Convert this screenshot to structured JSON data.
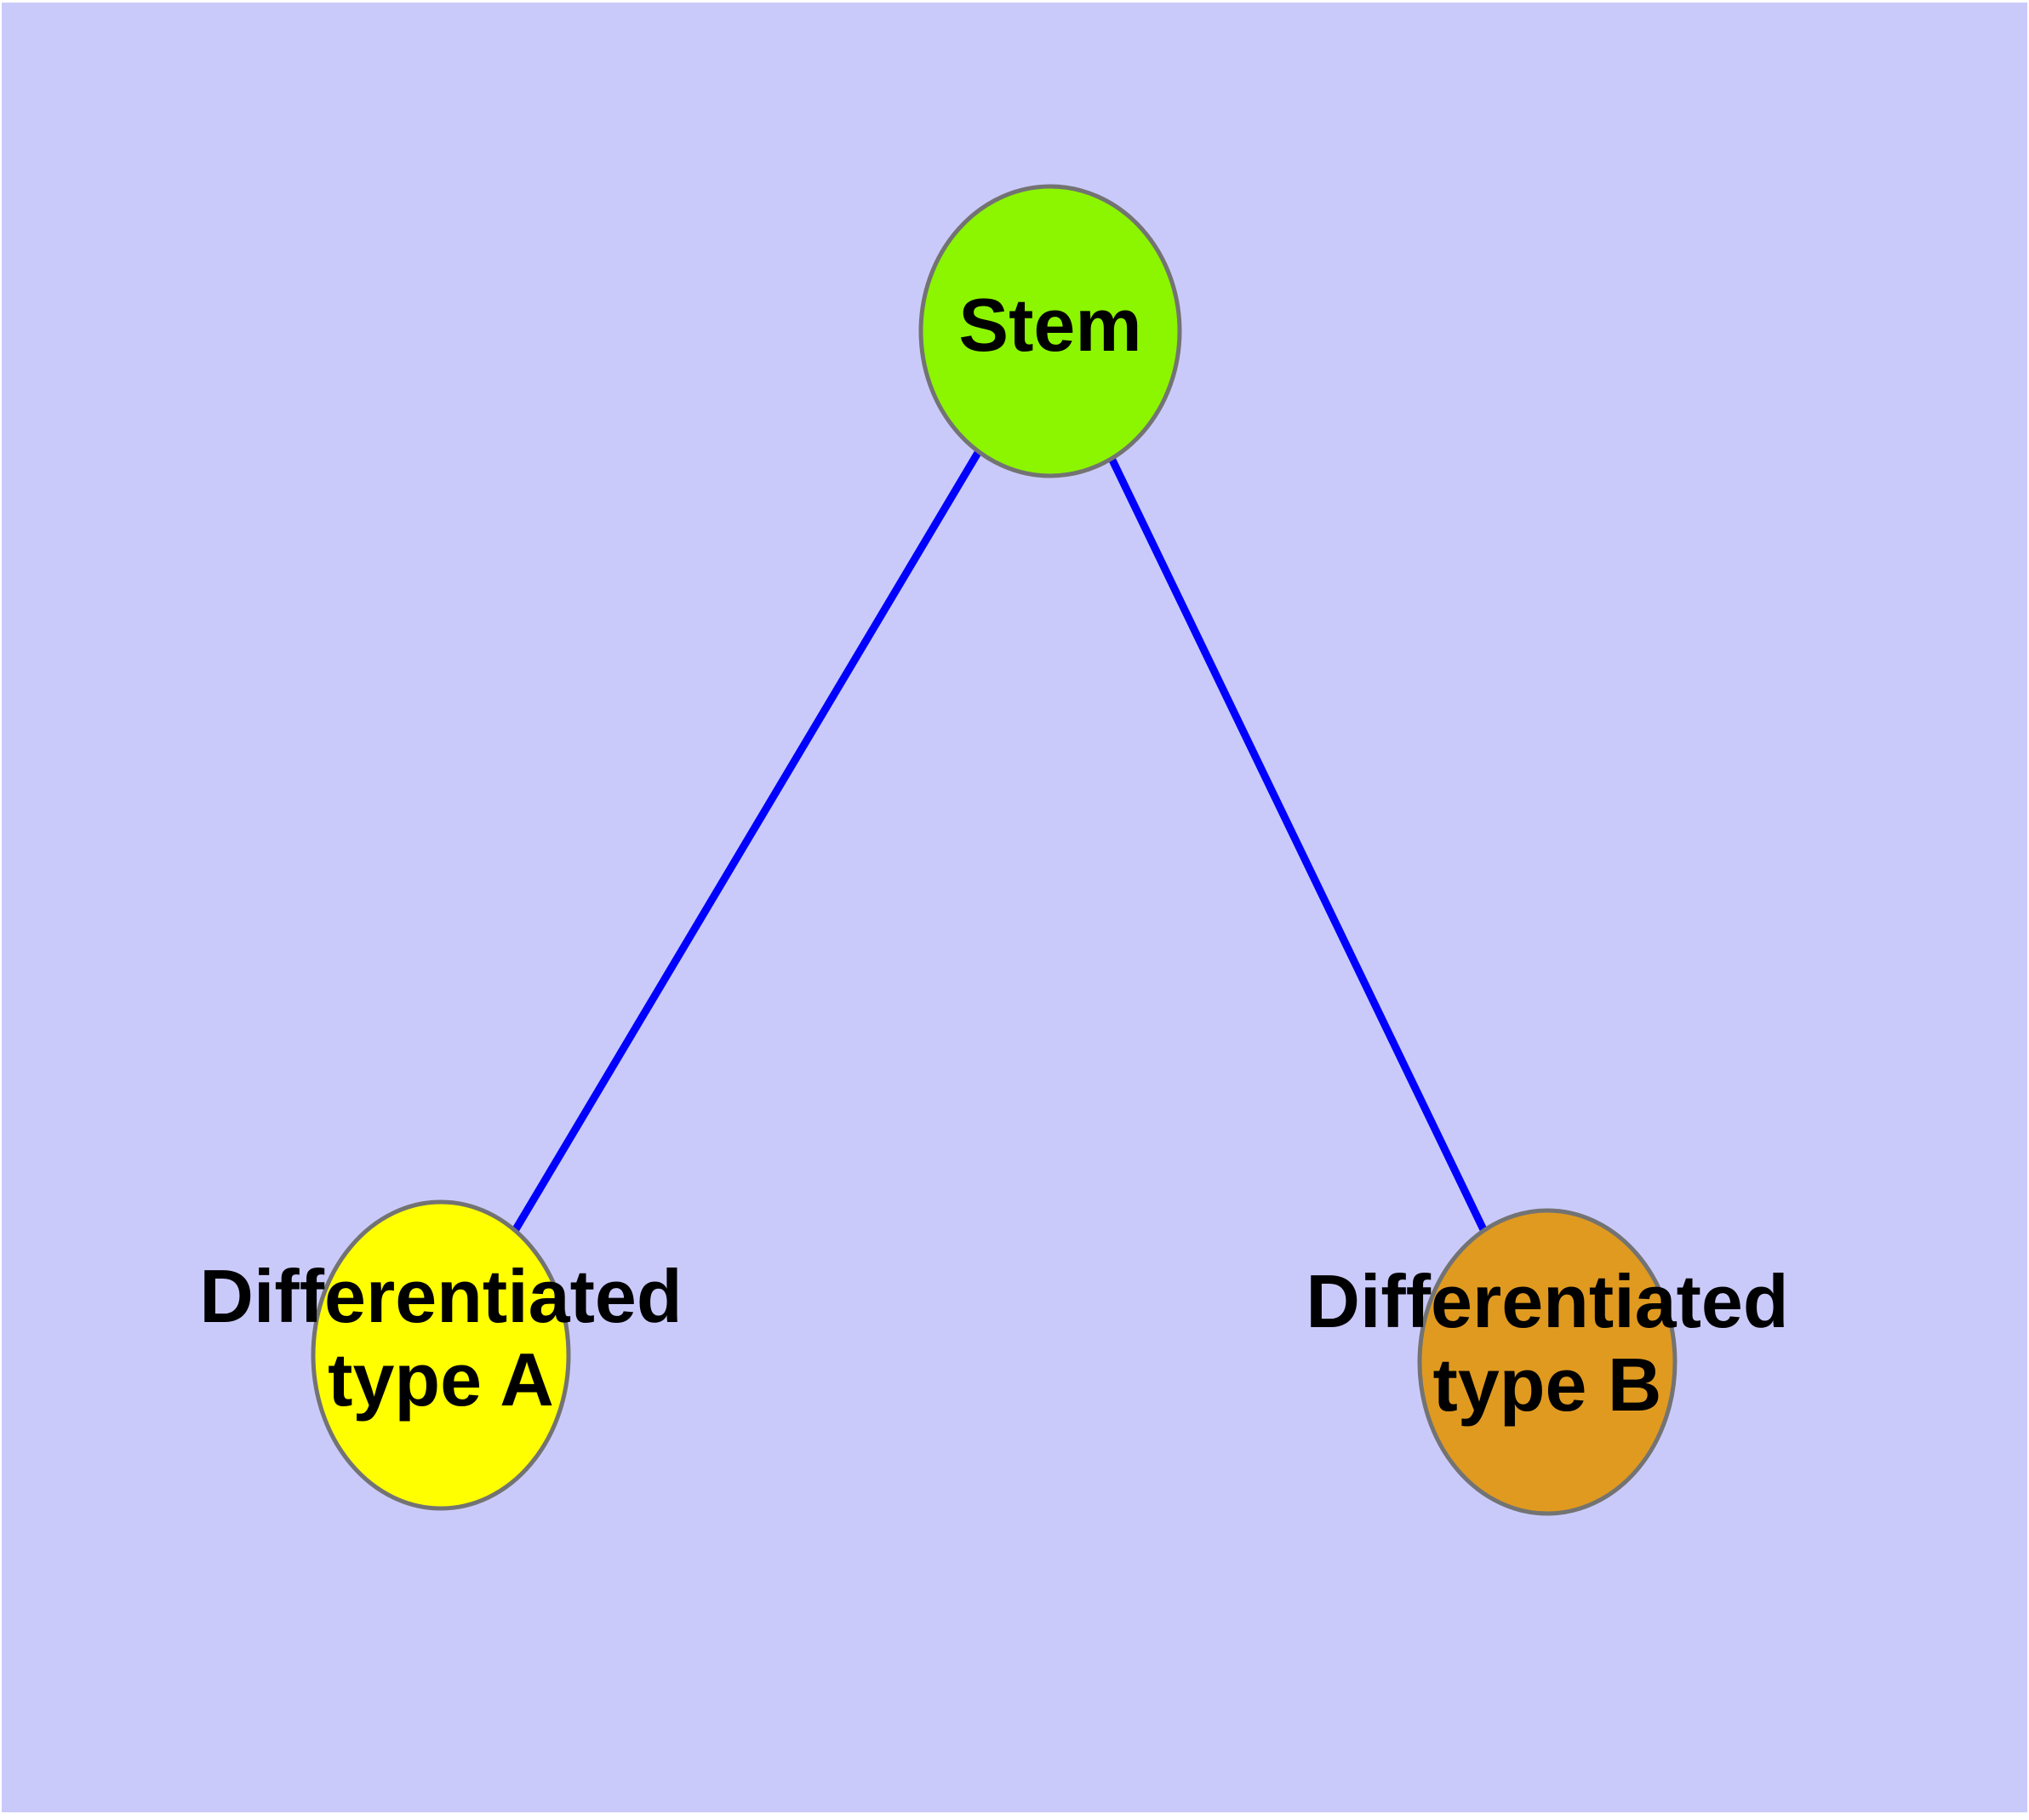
{
  "diagram": {
    "background_color": "#CACAFA",
    "edge_color": "#0000FF",
    "node_border_color": "#737373",
    "text_color": "#000000",
    "nodes": [
      {
        "id": "stem",
        "label": "Stem",
        "color": "#8CF500",
        "shape": "ellipse"
      },
      {
        "id": "type_a",
        "label_line1": "Differentiated",
        "label_line2": "type A",
        "color": "#FFFF00",
        "shape": "ellipse"
      },
      {
        "id": "type_b",
        "label_line1": "Differentiated",
        "label_line2": "type B",
        "color": "#E09A20",
        "shape": "ellipse"
      }
    ],
    "edges": [
      {
        "from": "stem",
        "to": "type_a"
      },
      {
        "from": "stem",
        "to": "type_b"
      }
    ]
  }
}
